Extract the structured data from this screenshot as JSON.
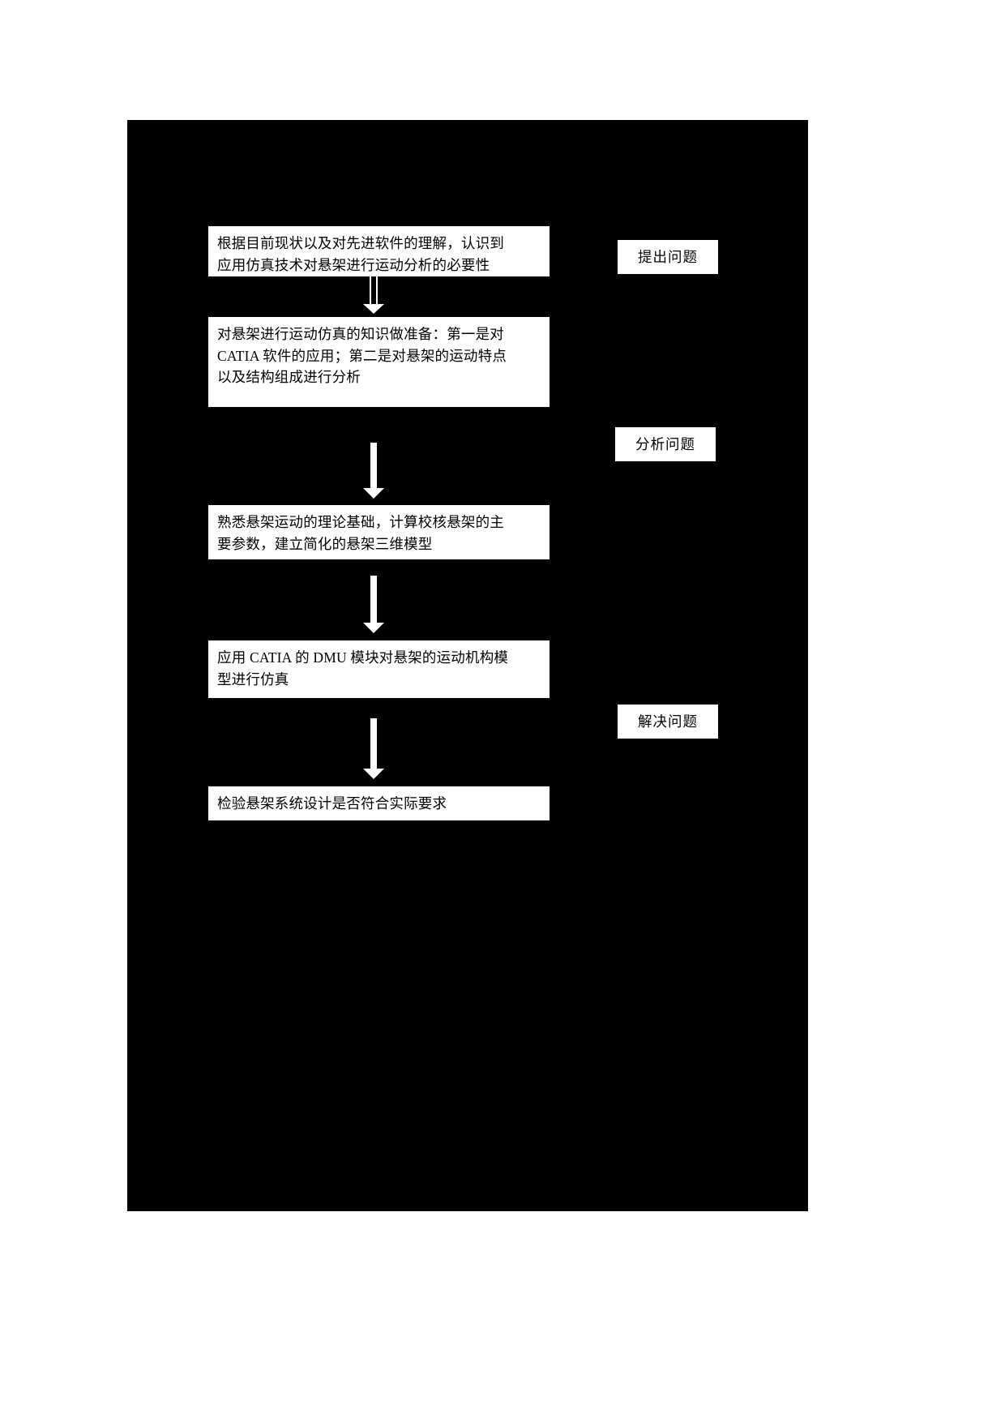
{
  "diagram": {
    "type": "flowchart",
    "orientation": "top-to-bottom",
    "background_color": "#000000",
    "box_fill_color": "#ffffff",
    "text_color": "#000000",
    "steps": [
      {
        "id": "step-1",
        "text": "根据目前现状以及对先进软件的理解，认识到\n应用仿真技术对悬架进行运动分析的必要性"
      },
      {
        "id": "step-2",
        "text": "对悬架进行运动仿真的知识做准备：第一是对\nCATIA 软件的应用；第二是对悬架的运动特点\n以及结构组成进行分析"
      },
      {
        "id": "step-3",
        "text": "熟悉悬架运动的理论基础，计算校核悬架的主\n要参数，建立简化的悬架三维模型"
      },
      {
        "id": "step-4",
        "text": "应用 CATIA 的 DMU 模块对悬架的运动机构模\n型进行仿真"
      },
      {
        "id": "step-5",
        "text": "检验悬架系统设计是否符合实际要求"
      }
    ],
    "stage_labels": [
      {
        "id": "stage-1",
        "text": "提出问题"
      },
      {
        "id": "stage-2",
        "text": "分析问题"
      },
      {
        "id": "stage-3",
        "text": "解决问题"
      }
    ],
    "connectors": [
      {
        "id": "arrow-1",
        "from": "step-1",
        "to": "step-2",
        "style": "outline-down-arrow"
      },
      {
        "id": "arrow-2",
        "from": "step-2",
        "to": "step-3",
        "style": "solid-down-arrow"
      },
      {
        "id": "arrow-3",
        "from": "step-3",
        "to": "step-4",
        "style": "solid-down-arrow"
      },
      {
        "id": "arrow-4",
        "from": "step-4",
        "to": "step-5",
        "style": "solid-down-arrow"
      }
    ]
  }
}
